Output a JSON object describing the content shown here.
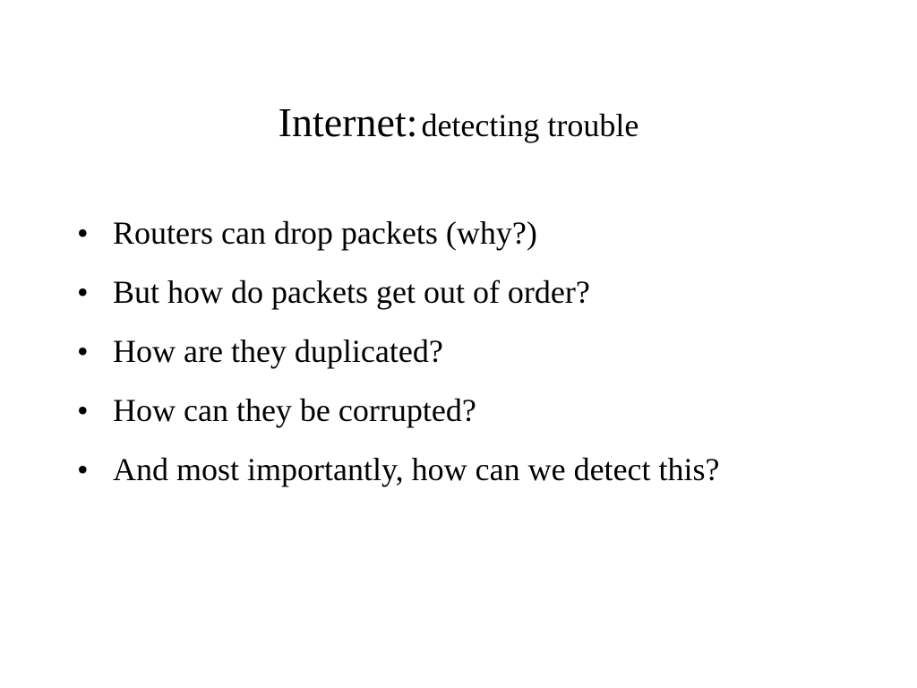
{
  "slide": {
    "title_main": "Internet:",
    "title_sub": "detecting trouble",
    "bullet_symbol": "•",
    "bullets": [
      "Routers can drop packets (why?)",
      "But how do packets get out of order?",
      "How are they duplicated?",
      "How can they be corrupted?",
      "And most importantly, how can we detect this?"
    ]
  }
}
